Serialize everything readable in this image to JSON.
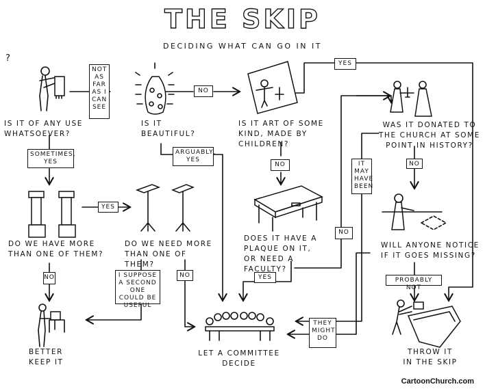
{
  "title": "THE SKIP",
  "subtitle": "DECIDING WHAT CAN GO IN IT",
  "credit": "CartoonChurch.com",
  "questions": {
    "use": "Is it of any use whatsoever?",
    "beautiful": "Is it beautiful?",
    "art": "Is it art of some kind, made by children?",
    "donated": "Was it donated to the church at some point in history?",
    "more_than_one": "Do we have more than one of them?",
    "need_more": "Do we need more than one of them?",
    "plaque": "Does it have a plaque on it, or need a faculty?",
    "notice": "Will anyone notice if it goes missing?"
  },
  "outcomes": {
    "keep": "Better keep it",
    "committee": "Let a committee decide",
    "skip": "Throw it in the skip"
  },
  "labels": {
    "not_as_far": "Not as far as I can see",
    "no_beautiful": "No",
    "yes_art": "Yes",
    "sometimes_yes": "Sometimes, yes",
    "arguably_yes": "Arguably, yes",
    "no_art": "No",
    "may_have_been": "It may have been",
    "no_donated": "No",
    "yes_more": "Yes",
    "no_more": "No",
    "suppose": "I suppose a second one could be useful",
    "no_need": "No",
    "no_plaque": "No",
    "yes_plaque": "Yes",
    "probably_not": "Probably not",
    "they_might": "They might do"
  },
  "question_mark": "?"
}
